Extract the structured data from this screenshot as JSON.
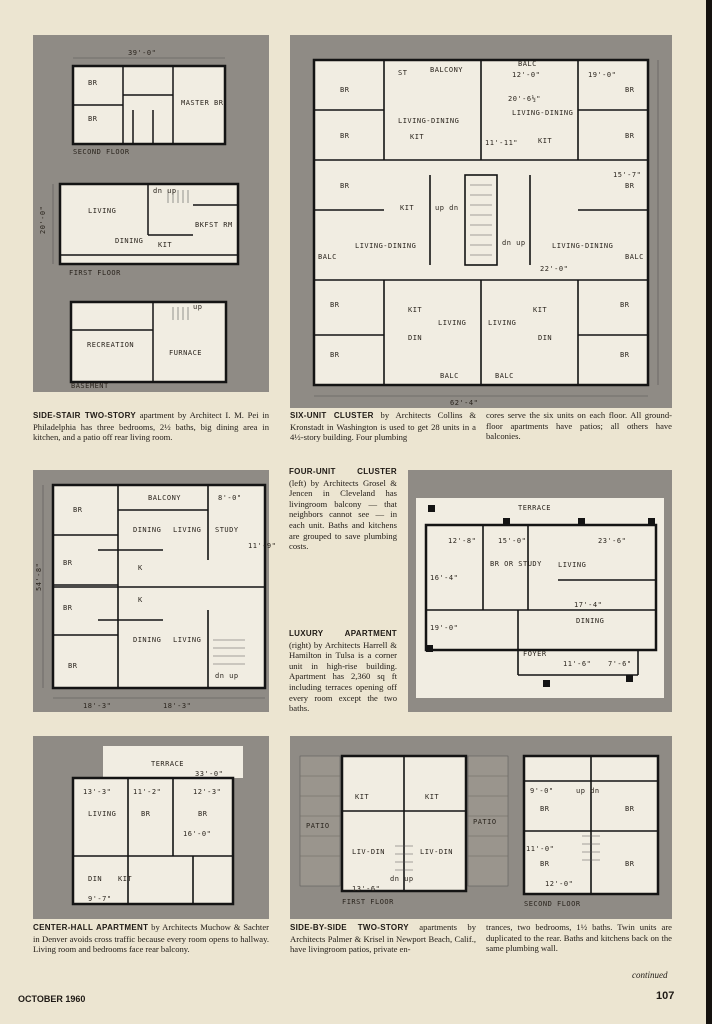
{
  "panels": {
    "side_stair": {
      "labels": {
        "dim_top": "39'-0\"",
        "br1": "BR",
        "br2": "BR",
        "master": "MASTER BR",
        "second_floor": "SECOND FLOOR",
        "living": "LIVING",
        "dining": "DINING",
        "kit": "KIT",
        "bkfst": "BKFST RM",
        "dn_up": "dn up",
        "dim_side": "20'-0\"",
        "first_floor": "FIRST FLOOR",
        "recreation": "RECREATION",
        "furnace": "FURNACE",
        "up": "up",
        "basement": "BASEMENT"
      }
    },
    "six_unit": {
      "labels": {
        "balcony": "BALCONY",
        "balc": "BALC",
        "st": "ST",
        "br": "BR",
        "living_dining": "LIVING-DINING",
        "kit": "KIT",
        "dim1": "20'-6½\"",
        "dim2": "12'-0\"",
        "dim3": "19'-0\"",
        "dim4": "11'-11\"",
        "dim5": "15'-7\"",
        "dim6": "22'-0\"",
        "dim_bottom": "62'-4\"",
        "living": "LIVING",
        "din": "DIN",
        "up_dn": "up dn",
        "dn_up": "dn up"
      }
    },
    "four_unit": {
      "labels": {
        "br": "BR",
        "balcony": "BALCONY",
        "dining": "DINING",
        "living": "LIVING",
        "study": "STUDY",
        "k": "K",
        "dn_up": "dn up",
        "dim_top": "8'-0\"",
        "dim_side": "11'-9\"",
        "dim_left": "54'-8\"",
        "dim_b1": "18'-3\"",
        "dim_b2": "18'-3\""
      }
    },
    "luxury": {
      "labels": {
        "terrace": "TERRACE",
        "br_study": "BR OR STUDY",
        "living": "LIVING",
        "dining": "DINING",
        "foyer": "FOYER",
        "d1": "12'-8\"",
        "d2": "15'-0\"",
        "d3": "23'-6\"",
        "d4": "17'-4\"",
        "d5": "11'-6\"",
        "d6": "7'-6\"",
        "d7": "19'-0\"",
        "d8": "16'-4\""
      }
    },
    "center_hall": {
      "labels": {
        "terrace": "TERRACE",
        "living": "LIVING",
        "br1": "BR",
        "br2": "BR",
        "din": "DIN",
        "kit": "KIT",
        "d1": "33'-0\"",
        "d2": "13'-3\"",
        "d3": "11'-2\"",
        "d4": "12'-3\"",
        "d5": "9'-7\"",
        "d6": "16'-0\""
      }
    },
    "side_by_side": {
      "labels": {
        "kit1": "KIT",
        "kit2": "KIT",
        "patio1": "PATIO",
        "patio2": "PATIO",
        "livdin1": "LIV-DIN",
        "livdin2": "LIV-DIN",
        "dn_up": "dn up",
        "up_dn": "up dn",
        "first_floor": "FIRST FLOOR",
        "second_floor": "SECOND FLOOR",
        "br1": "BR",
        "br2": "BR",
        "br3": "BR",
        "br4": "BR",
        "dim1": "13'-6\"",
        "dim2": "12'-0\"",
        "dim3": "9'-0\"",
        "dim4": "11'-0\""
      }
    }
  },
  "captions": {
    "side_stair": {
      "head": "SIDE-STAIR TWO-STORY",
      "text": " apartment by Architect I. M. Pei in Philadelphia has three bedrooms, 2½ baths, big dining area in kitchen, and a patio off rear living room."
    },
    "six_unit": {
      "head": "SIX-UNIT CLUSTER",
      "text": " by Architects Collins & Kronstadt in Washington is used to get 28 units in a 4½-story building. Four plumbing",
      "text2": "cores serve the six units on each floor. All ground-floor apartments have patios; all others have balconies."
    },
    "four_unit": {
      "head": "FOUR-UNIT CLUSTER",
      "text": " (left) by Architects Grosel & Jencen in Cleveland has livingroom balcony — that neighbors cannot see — in each unit. Baths and kitchens are grouped to save plumbing costs."
    },
    "luxury": {
      "head": "LUXURY APARTMENT",
      "text": " (right) by Architects Harrell & Hamilton in Tulsa is a corner unit in high-rise building. Apartment has 2,360 sq ft including terraces opening off every room except the two baths."
    },
    "center_hall": {
      "head": "CENTER-HALL APARTMENT",
      "text": " by Architects Muchow & Sachter in Denver avoids cross traffic because every room opens to hallway. Living room and bedrooms face rear balcony."
    },
    "side_by_side": {
      "head": "SIDE-BY-SIDE TWO-STORY",
      "text": " apartments by Architects Palmer & Krisel in Newport Beach, Calif., have livingroom patios, private en-",
      "text2": "trances, two bedrooms, 1½ baths. Twin units are duplicated to the rear. Baths and kitchens back on the same plumbing wall."
    }
  },
  "footer": {
    "date": "OCTOBER 1960",
    "page": "107",
    "continued": "continued"
  }
}
